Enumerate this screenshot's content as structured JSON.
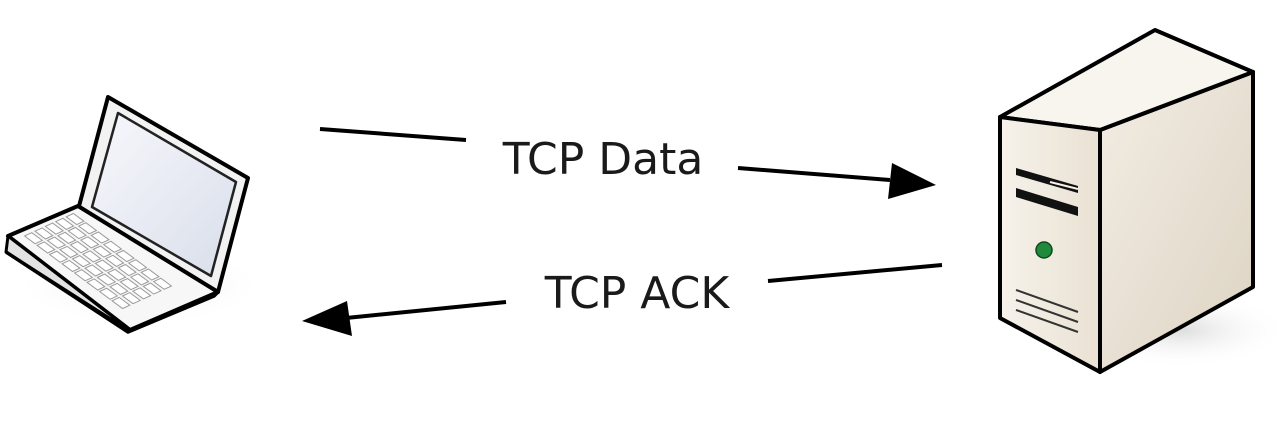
{
  "diagram": {
    "nodes": [
      {
        "id": "client",
        "kind": "laptop",
        "icon": "laptop-icon"
      },
      {
        "id": "server",
        "kind": "server",
        "icon": "server-tower-icon"
      }
    ],
    "messages": [
      {
        "label": "TCP Data",
        "from": "client",
        "to": "server"
      },
      {
        "label": "TCP ACK",
        "from": "server",
        "to": "client"
      }
    ]
  },
  "colors": {
    "line": "#000000",
    "server_body": "#efe9df",
    "server_side": "#ddd4c5",
    "power_led": "#1f8a3b",
    "laptop_screen": "#e4e8f2",
    "laptop_body": "#f4f4f4"
  }
}
